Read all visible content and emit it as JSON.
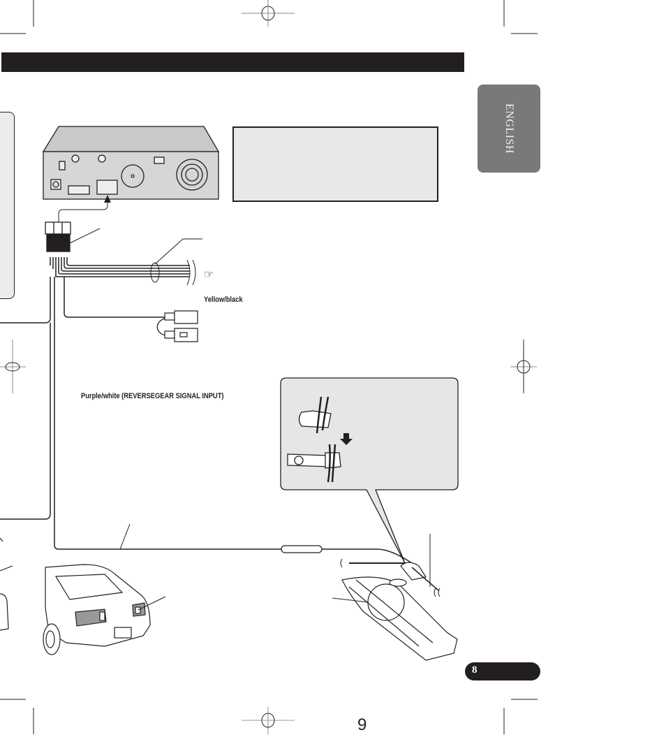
{
  "page": {
    "section_header_text": "",
    "language_tab": "ENGLISH",
    "page_number_badge": "8",
    "folio_number": "9"
  },
  "diagram": {
    "wire_labels": {
      "yellow_black": "Yellow/black",
      "purple_white": "Purple/white (REVERSEGEAR SIGNAL INPUT)"
    },
    "reference_icon": "pointing-hand-icon",
    "inset_arrow_icon": "down-arrow-icon",
    "colors": {
      "header_bar": "#231f20",
      "language_tab": "#7a7878",
      "note_box_fill": "#e8e8e8",
      "inset_fill": "#e6e6e6",
      "taillight_fill": "#999999"
    }
  }
}
